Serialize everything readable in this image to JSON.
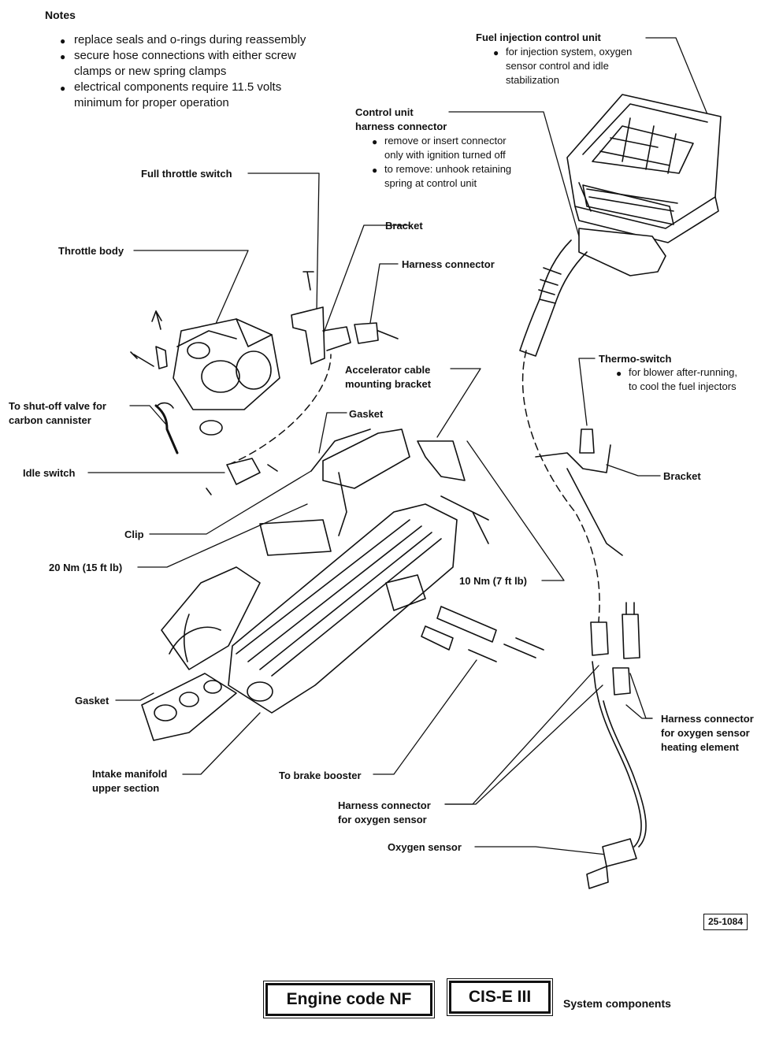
{
  "notes": {
    "title": "Notes",
    "items": [
      "replace seals and o-rings during reassembly",
      "secure hose connections with either screw",
      "clamps or new spring clamps",
      "electrical components require 11.5 volts",
      "minimum for proper operation"
    ]
  },
  "labels": {
    "fuel_injection_control_unit": "Fuel injection control unit",
    "fiu_sub": [
      "for injection system, oxygen",
      "sensor control and idle",
      "stabilization"
    ],
    "control_unit_harness": [
      "Control unit",
      "harness connector"
    ],
    "cuh_sub": [
      "remove or insert connector",
      "only with ignition turned off",
      "to remove: unhook retaining",
      "spring at control unit"
    ],
    "full_throttle_switch": "Full throttle switch",
    "bracket_top": "Bracket",
    "harness_connector_top": "Harness connector",
    "throttle_body": "Throttle body",
    "thermo_switch": "Thermo-switch",
    "thermo_sub": [
      "for blower after-running,",
      "to cool the fuel injectors"
    ],
    "accelerator_cable": [
      "Accelerator cable",
      "mounting bracket"
    ],
    "shutoff_valve": [
      "To shut-off valve for",
      "carbon cannister"
    ],
    "gasket_top": "Gasket",
    "idle_switch": "Idle switch",
    "bracket_right": "Bracket",
    "clip": "Clip",
    "torque_20": "20 Nm (15 ft lb)",
    "torque_10": "10 Nm (7 ft lb)",
    "gasket_bottom": "Gasket",
    "harness_o2_heating": [
      "Harness connector",
      "for oxygen sensor",
      "heating element"
    ],
    "intake_manifold": [
      "Intake manifold",
      "upper section"
    ],
    "brake_booster": "To brake booster",
    "harness_o2": [
      "Harness connector",
      "for oxygen sensor"
    ],
    "oxygen_sensor": "Oxygen sensor",
    "figure_code": "25-1084"
  },
  "footer": {
    "engine_code": "Engine code NF",
    "system": "CIS-E III",
    "caption": "System components"
  }
}
